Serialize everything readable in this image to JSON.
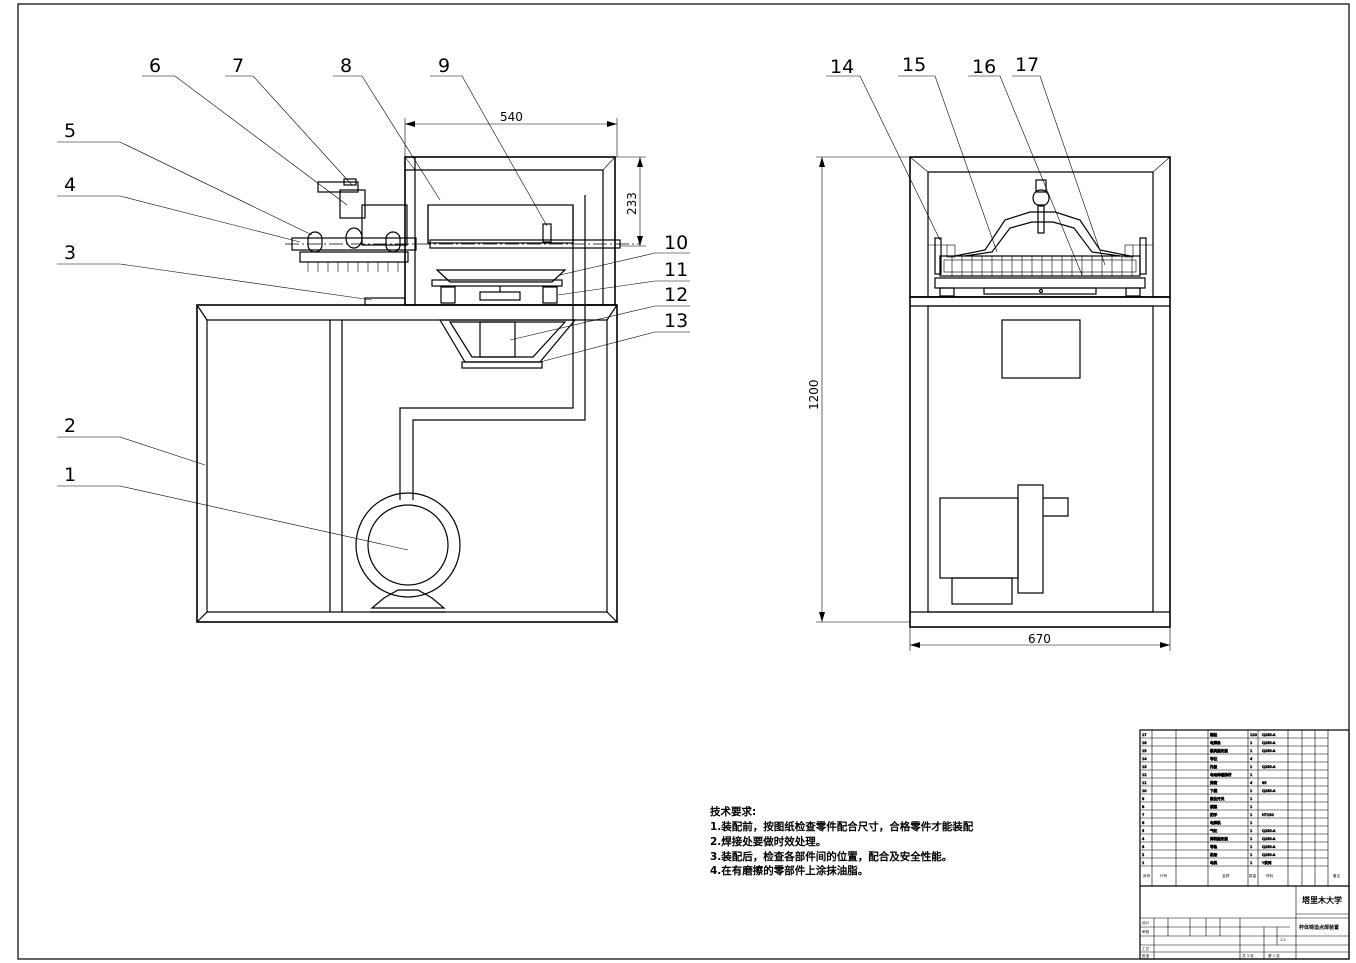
{
  "callouts": [
    "1",
    "2",
    "3",
    "4",
    "5",
    "6",
    "7",
    "8",
    "9",
    "10",
    "11",
    "12",
    "13",
    "14",
    "15",
    "16",
    "17"
  ],
  "dimensions": {
    "front_width": "540",
    "front_height_top": "233",
    "side_height": "1200",
    "side_width": "670"
  },
  "technical_requirements": {
    "title": "技术要求:",
    "items": [
      "1.装配前，按图纸检查零件配合尺寸，合格零件才能装配",
      "2.焊接处要做时效处理。",
      "3.装配后，检查各部件间的位置，配合及安全性能。",
      "4.在有磨擦的零部件上涂抹油脂。"
    ]
  },
  "title_block": {
    "school": "塔里木大学",
    "drawing_name": "杯体铸造点焊装置",
    "scale": "1:5",
    "sheet_total": "共 3 张",
    "sheet_index": "第 1 张",
    "rows": [
      {
        "no": "17",
        "name": "螺栓",
        "qty": "120",
        "material": "Q235-A"
      },
      {
        "no": "16",
        "name": "电焊条",
        "qty": "1",
        "material": "Q235-A"
      },
      {
        "no": "15",
        "name": "模具固定板",
        "qty": "1",
        "material": "Q235-A"
      },
      {
        "no": "14",
        "name": "导柱",
        "qty": "4",
        "material": ""
      },
      {
        "no": "13",
        "name": "托板",
        "qty": "1",
        "material": "Q235-A"
      },
      {
        "no": "12",
        "name": "电动伸缩推杆",
        "qty": "1",
        "material": ""
      },
      {
        "no": "11",
        "name": "弹簧",
        "qty": "4",
        "material": "65"
      },
      {
        "no": "10",
        "name": "下模",
        "qty": "1",
        "material": "Q235-A"
      },
      {
        "no": "9",
        "name": "限位开关",
        "qty": "1",
        "material": ""
      },
      {
        "no": "8",
        "name": "横梁",
        "qty": "1",
        "material": ""
      },
      {
        "no": "7",
        "name": "把手",
        "qty": "1",
        "material": "HT150"
      },
      {
        "no": "6",
        "name": "电焊机",
        "qty": "1",
        "material": ""
      },
      {
        "no": "5",
        "name": "气缸",
        "qty": "1",
        "material": "Q235-A"
      },
      {
        "no": "4",
        "name": "焊机固定板",
        "qty": "1",
        "material": "Q235-A"
      },
      {
        "no": "3",
        "name": "导轨",
        "qty": "1",
        "material": "Q235-A"
      },
      {
        "no": "2",
        "name": "机架",
        "qty": "1",
        "material": "Q235-A"
      },
      {
        "no": "1",
        "name": "电机",
        "qty": "1",
        "material": "Y系列"
      }
    ],
    "header": {
      "seq": "序号",
      "code": "代号",
      "name": "名称",
      "qty": "数量",
      "material": "材料",
      "note": "备注"
    },
    "designer": "设计",
    "checker": "审核",
    "process": "工艺",
    "approve": "批准"
  }
}
